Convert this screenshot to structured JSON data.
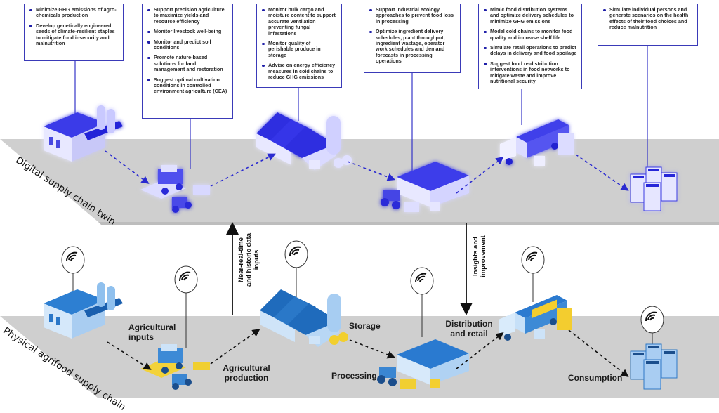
{
  "layers": {
    "digital": {
      "label": "Digital supply chain twin",
      "accent": "#3333dd",
      "glow": "#6a6aff"
    },
    "physical": {
      "label": "Physical agrifood supply chain",
      "accent": "#3f8fd6",
      "roof": "#1f66b8"
    }
  },
  "flow_arrows": {
    "up": "Near-real-time and historic data inputs",
    "down": "Insights and improvement"
  },
  "stages": [
    {
      "name": "Agricultural inputs",
      "digital_twin_functions": [
        "Minimize GHG emissions of agro-chemicals production",
        "Develop genetically engineered seeds of climate-resilient staples to mitigate food insecurity and malnutrition"
      ]
    },
    {
      "name": "Agricultural production",
      "digital_twin_functions": [
        "Support precision agriculture to maximize yields and resource efficiency",
        "Monitor livestock well-being",
        "Monitor and predict soil conditions",
        "Promote nature-based solutions for land management and restoration",
        "Suggest optimal cultivation conditions in controlled environment agriculture (CEA)"
      ]
    },
    {
      "name": "Storage",
      "digital_twin_functions": [
        "Monitor bulk cargo and moisture content to support accurate ventilation preventing fungal infestations",
        "Monitor quality of perishable produce in storage",
        "Advise on energy efficiency measures in cold chains to reduce GHG emissions"
      ]
    },
    {
      "name": "Processing",
      "digital_twin_functions": [
        "Support industrial ecology approaches to prevent food loss in processing",
        "Optimize ingredient delivery schedules, plant throughput, ingredient wastage, operator work schedules and demand forecasts in processing operations"
      ]
    },
    {
      "name": "Distribution and retail",
      "digital_twin_functions": [
        "Mimic food distribution systems and optimize delivery schedules to minimize GHG emissions",
        "Model cold chains to monitor food quality and increase shelf life",
        "Simulate retail operations to predict delays in delivery and food spoilage",
        "Suggest food re-distribution interventions in food networks to mitigate waste and improve nutritional security"
      ]
    },
    {
      "name": "Consumption",
      "digital_twin_functions": [
        "Simulate individual persons and generate scenarios on the health effects of their food choices and reduce malnutrition"
      ]
    }
  ]
}
